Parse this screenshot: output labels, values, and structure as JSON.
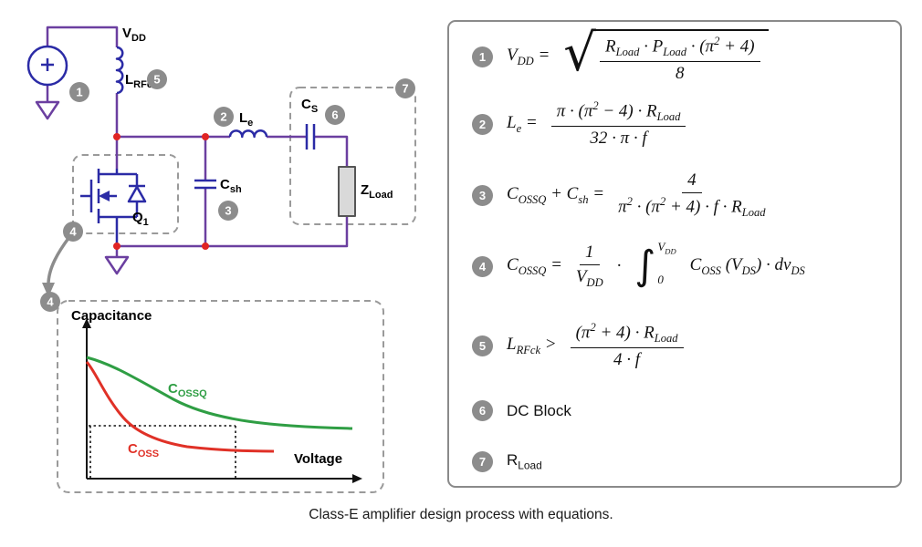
{
  "caption": "Class-E amplifier design process with equations.",
  "colors": {
    "wire": "#6b3fa0",
    "component": "#2b2ba6",
    "junction_dot": "#e02424",
    "badge": "#8c8c8c",
    "dashed_box": "#9a9a9a",
    "curve_green": "#2f9e44",
    "curve_red": "#e03127",
    "arrow_gray": "#8c8c8c"
  },
  "badges": [
    "1",
    "2",
    "3",
    "4",
    "5",
    "6",
    "7"
  ],
  "circuit": {
    "source_plus": "+",
    "vdd": {
      "main": "V",
      "sub": "DD"
    },
    "lrfck": {
      "main": "L",
      "sub": "RFck"
    },
    "le": {
      "main": "L",
      "sub": "e"
    },
    "cs": {
      "main": "C",
      "sub": "S"
    },
    "csh": {
      "main": "C",
      "sub": "sh"
    },
    "q1": {
      "main": "Q",
      "sub": "1"
    },
    "zload": {
      "main": "Z",
      "sub": "Load"
    }
  },
  "graph": {
    "ylabel": "Capacitance",
    "xlabel": "Voltage",
    "curve_green_label": {
      "main": "C",
      "sub": "OSSQ"
    },
    "curve_red_label": {
      "main": "C",
      "sub": "OSS"
    }
  },
  "symbols": {
    "sqrt": "√",
    "integral": "∫"
  },
  "equations": [
    {
      "num": "1",
      "lhs": "V_{DD} =",
      "frac_num": "R_{Load} · P_{Load} · (π^{2} + 4)",
      "frac_den": "8"
    },
    {
      "num": "2",
      "lhs": "L_{e} =",
      "frac_num": "π · (π^{2} − 4) · R_{Load}",
      "frac_den": "32 · π · f"
    },
    {
      "num": "3",
      "lhs": "C_{OSSQ} + C_{sh} =",
      "frac_num": "4",
      "frac_den": "π^{2} · (π^{2} + 4) · f · R_{Load}"
    },
    {
      "num": "4",
      "lhs": "C_{OSSQ} =",
      "frac_num": "1",
      "frac_den": "V_{DD}",
      "mid": "·",
      "int_upper": "V_{DD}",
      "int_lower": "0",
      "rhs": "C_{OSS} (V_{DS}) · dv_{DS}"
    },
    {
      "num": "5",
      "lhs": "L_{RFck} >",
      "frac_num": "(π^{2} + 4) · R_{Load}",
      "frac_den": "4 · f"
    },
    {
      "num": "6",
      "label": "DC Block"
    },
    {
      "num": "7",
      "label_main": "R",
      "label_sub": "Load"
    }
  ]
}
